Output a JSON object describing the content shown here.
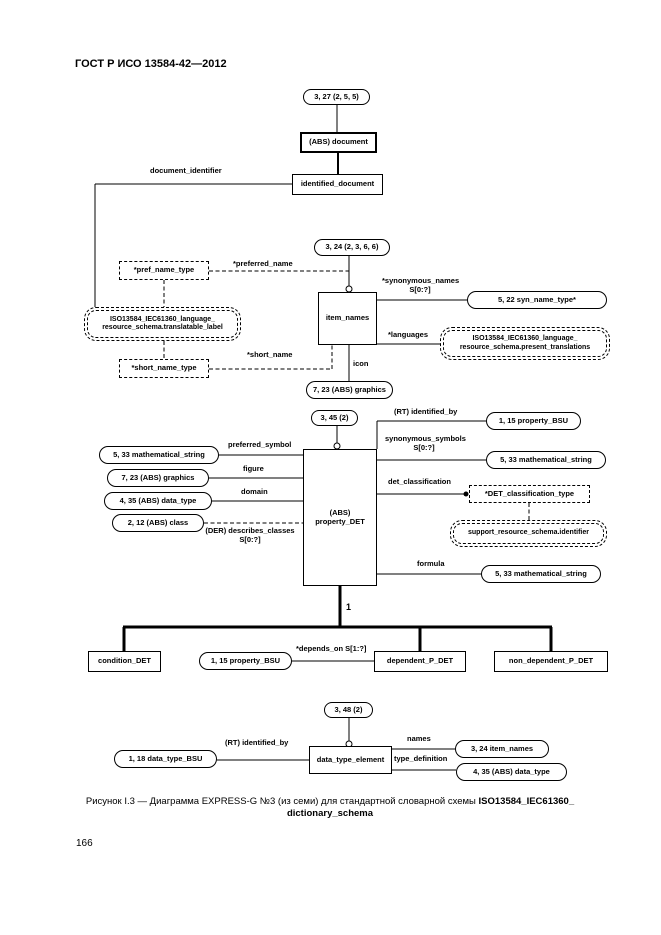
{
  "header": {
    "title": "ГОСТ Р ИСО 13584-42—2012"
  },
  "page_number": "166",
  "caption": {
    "prefix": "Рисунок I.3 — Диаграмма EXPRESS-G №3 (из семи) для стандартной словарной схемы ",
    "bold1": "ISO13584_IEC61360_",
    "bold2": "dictionary_schema"
  },
  "diagram": {
    "nodes": {
      "ref_3_27": "3, 27 (2, 5, 5)",
      "abs_document": "(ABS) document",
      "identified_document": "identified_document",
      "ref_3_24": "3, 24 (2, 3, 6, 6)",
      "item_names": "item_names",
      "pref_name_type": "*pref_name_type",
      "syn_name_type": "5, 22 syn_name_type*",
      "iso_present_line1": "ISO13584_IEC61360_language_",
      "iso_present_line2": "resource_schema.present_translations",
      "iso_translatable_line1": "ISO13584_IEC61360_language_",
      "iso_translatable_line2": "resource_schema.translatable_label",
      "short_name_type": "*short_name_type",
      "graphics_icon": "7, 23 (ABS) graphics",
      "ref_3_45": "3, 45 (2)",
      "property_det_line1": "(ABS)",
      "property_det_line2": "property_DET",
      "math_string_preferred": "5, 33 mathematical_string",
      "graphics_figure": "7, 23 (ABS) graphics",
      "data_type_domain": "4, 35 (ABS) data_type",
      "class_ref": "2, 12 (ABS) class",
      "property_bsu_identified": "1, 15 property_BSU",
      "math_string_synonymous": "5, 33 mathematical_string",
      "det_classification_type": "*DET_classification_type",
      "support_resource": "support_resource_schema.identifier",
      "math_string_formula": "5, 33 mathematical_string",
      "condition_det": "condition_DET",
      "property_bsu_depends": "1, 15 property_BSU",
      "dependent_p_det": "dependent_P_DET",
      "non_dependent_p_det": "non_dependent_P_DET",
      "ref_3_48": "3, 48 (2)",
      "data_type_element": "data_type_element",
      "data_type_bsu": "1, 18 data_type_BSU",
      "item_names_ref": "3, 24 item_names",
      "data_type_ref": "4, 35 (ABS) data_type"
    },
    "labels": {
      "document_identifier": "document_identifier",
      "preferred_name": "*preferred_name",
      "synonymous_names": "*synonymous_names",
      "synonymous_names_card": "S[0:?]",
      "languages": "*languages",
      "short_name": "*short_name",
      "icon": "icon",
      "preferred_symbol": "preferred_symbol",
      "figure": "figure",
      "domain": "domain",
      "describes_classes": "(DER) describes_classes",
      "describes_classes_card": "S[0:?]",
      "identified_by": "(RT) identified_by",
      "synonymous_symbols": "synonymous_symbols",
      "synonymous_symbols_card": "S[0:?]",
      "det_classification": "det_classification",
      "formula": "formula",
      "cardinality_one": "1",
      "depends_on": "*depends_on S[1:?]",
      "identified_by2": "(RT) identified_by",
      "names": "names",
      "type_definition": "type_definition"
    }
  }
}
